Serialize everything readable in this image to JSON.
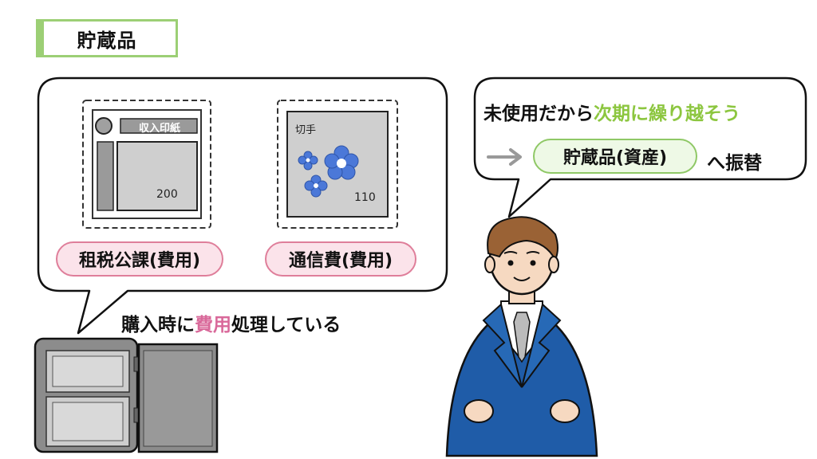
{
  "title": "貯蔵品",
  "left_bubble": {
    "revenue_stamp": {
      "header": "収入印紙",
      "value": "200"
    },
    "postage_stamp": {
      "header": "切手",
      "value": "110"
    },
    "tag_revenue": "租税公課(費用)",
    "tag_postage": "通信費(費用)"
  },
  "left_caption": {
    "part1": "購入時に",
    "highlight": "費用",
    "part2": "処理している"
  },
  "right_bubble": {
    "line1_part1": "未使用だから",
    "line1_highlight": "次期に繰り越そう",
    "tag_asset": "貯蔵品(資産)",
    "line2_suffix": "へ振替"
  },
  "colors": {
    "title_border": "#9ccf75",
    "pink_fill": "#fbe3ea",
    "pink_border": "#df7e9a",
    "green_fill": "#eef9e6",
    "green_border": "#8fc866",
    "green_text": "#8cc63f",
    "pink_text": "#d9699a",
    "suit": "#1f5ca8",
    "flower": "#4b78d8"
  }
}
